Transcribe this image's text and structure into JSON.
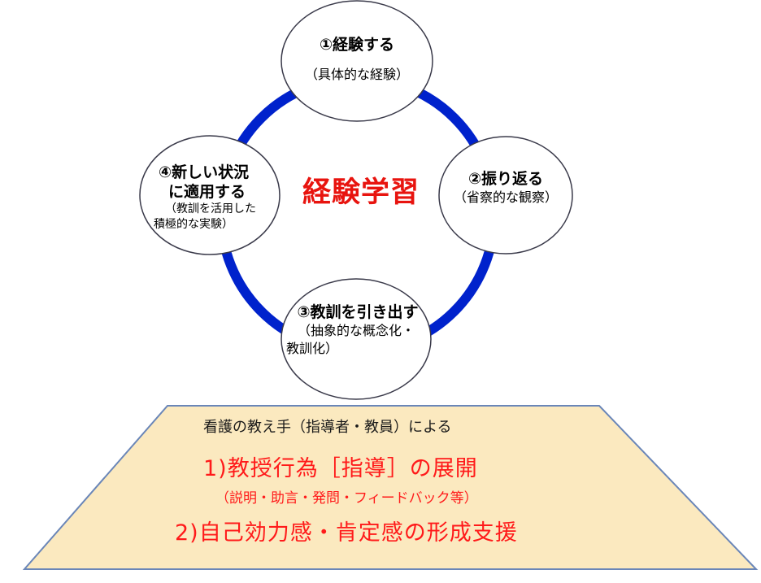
{
  "cycle": {
    "center_label": "経験学習",
    "ring_color": "#0022cc",
    "stages": [
      {
        "title": "①経験する",
        "sub": [
          "（具体的な経験）"
        ]
      },
      {
        "title": "②振り返る",
        "sub": [
          "（省察的な観察）"
        ]
      },
      {
        "title": "③教訓を引き出す",
        "sub": [
          "（抽象的な概念化・",
          "教訓化）"
        ]
      },
      {
        "title_lines": [
          "④新しい状況",
          "に適用する"
        ],
        "sub": [
          "（教訓を活用した",
          "積極的な実験）"
        ]
      }
    ]
  },
  "base": {
    "fill_color": "#fbe9bf",
    "intro": "看護の教え手（指導者・教員）による",
    "item1": "1)教授行為［指導］の展開",
    "item1_note": "（説明・助言・発問・フィードバック等）",
    "item2": "2)自己効力感・肯定感の形成支援",
    "accent_color": "#ff1a1a"
  }
}
